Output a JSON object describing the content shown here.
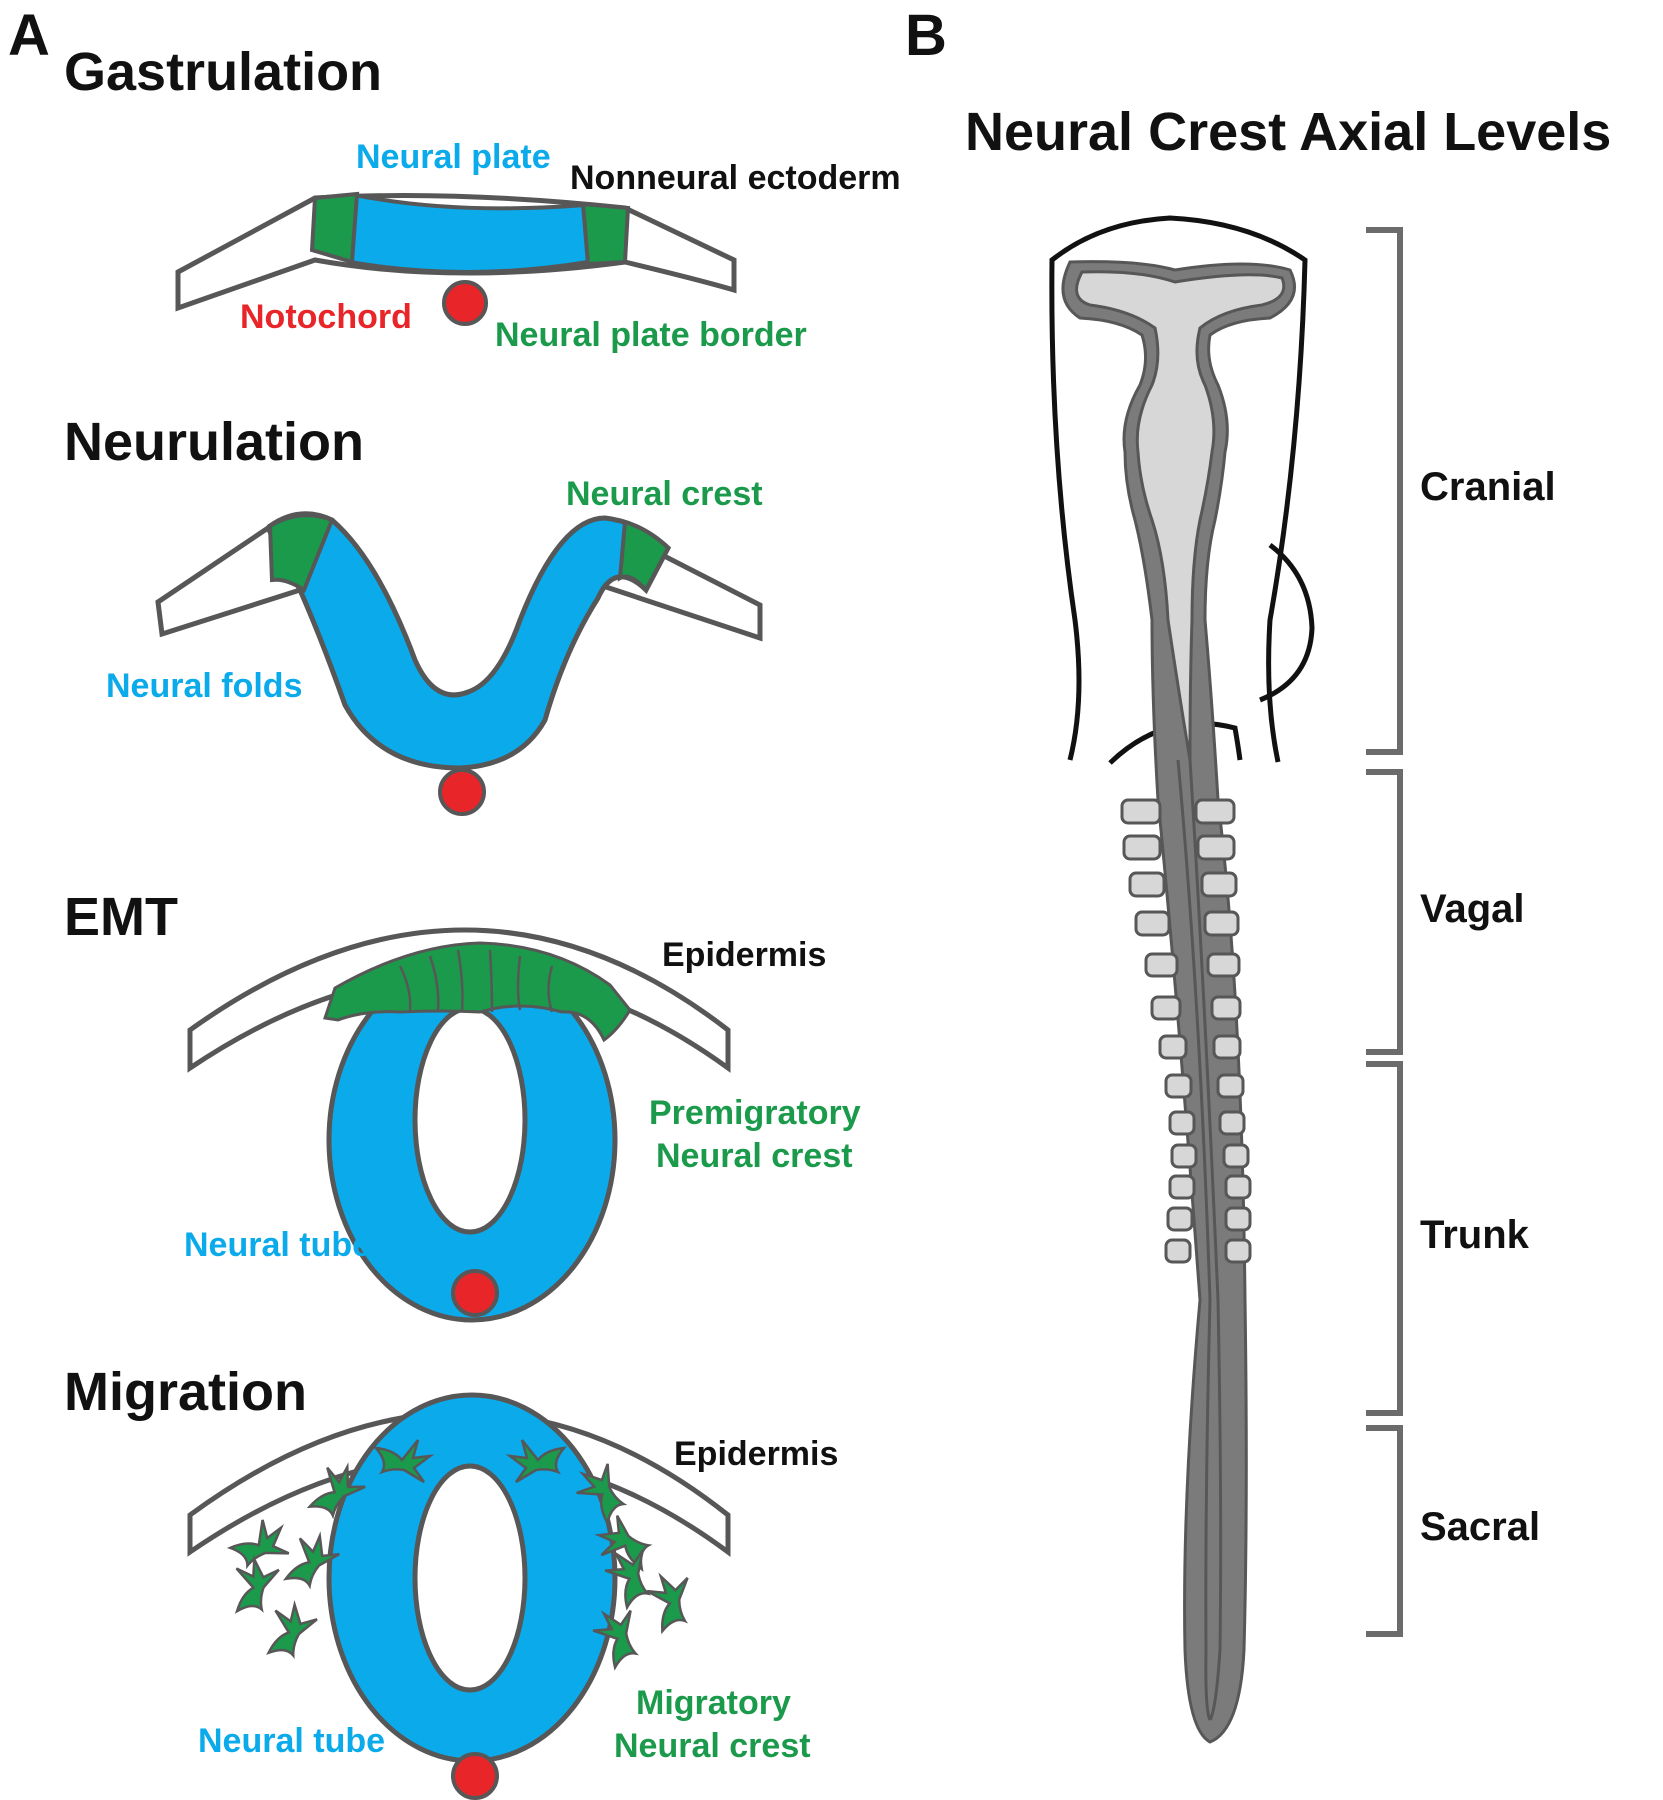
{
  "colors": {
    "neural": "#0aaaeb",
    "neural_crest": "#1a9a4a",
    "notochord": "#e8262a",
    "outline": "#575757",
    "black": "#111111",
    "light_gray": "#d7d7d7",
    "mid_gray": "#7b7b7b"
  },
  "panel_a": {
    "letter": "A",
    "gastrulation": {
      "title": "Gastrulation",
      "neural_plate": "Neural plate",
      "nonneural_ectoderm": "Nonneural ectoderm",
      "notochord": "Notochord",
      "neural_plate_border": "Neural plate border"
    },
    "neurulation": {
      "title": "Neurulation",
      "neural_crest": "Neural crest",
      "neural_folds": "Neural folds"
    },
    "emt": {
      "title": "EMT",
      "epidermis": "Epidermis",
      "premigratory_line1": "Premigratory",
      "premigratory_line2": "Neural crest",
      "neural_tube": "Neural tube"
    },
    "migration": {
      "title": "Migration",
      "epidermis": "Epidermis",
      "migratory_line1": "Migratory",
      "migratory_line2": "Neural crest",
      "neural_tube": "Neural tube"
    }
  },
  "panel_b": {
    "letter": "B",
    "title": "Neural Crest Axial Levels",
    "levels": [
      "Cranial",
      "Vagal",
      "Trunk",
      "Sacral"
    ]
  }
}
